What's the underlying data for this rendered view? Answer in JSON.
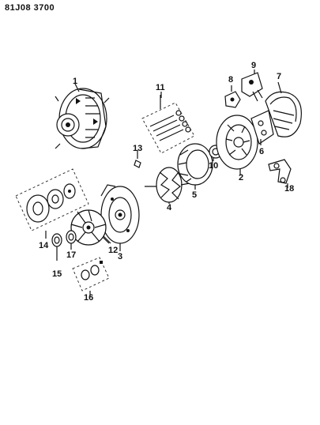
{
  "header": {
    "code": "81J08 3700"
  },
  "callouts": [
    {
      "id": "c1",
      "label": "1"
    },
    {
      "id": "c2",
      "label": "2"
    },
    {
      "id": "c3",
      "label": "3"
    },
    {
      "id": "c4",
      "label": "4"
    },
    {
      "id": "c5",
      "label": "5"
    },
    {
      "id": "c6",
      "label": "6"
    },
    {
      "id": "c7",
      "label": "7"
    },
    {
      "id": "c8",
      "label": "8"
    },
    {
      "id": "c9",
      "label": "9"
    },
    {
      "id": "c10",
      "label": "10"
    },
    {
      "id": "c11",
      "label": "11"
    },
    {
      "id": "c12",
      "label": "12"
    },
    {
      "id": "c13",
      "label": "13"
    },
    {
      "id": "c14",
      "label": "14"
    },
    {
      "id": "c15",
      "label": "15"
    },
    {
      "id": "c16",
      "label": "16"
    },
    {
      "id": "c17",
      "label": "17"
    },
    {
      "id": "c18",
      "label": "18"
    }
  ]
}
